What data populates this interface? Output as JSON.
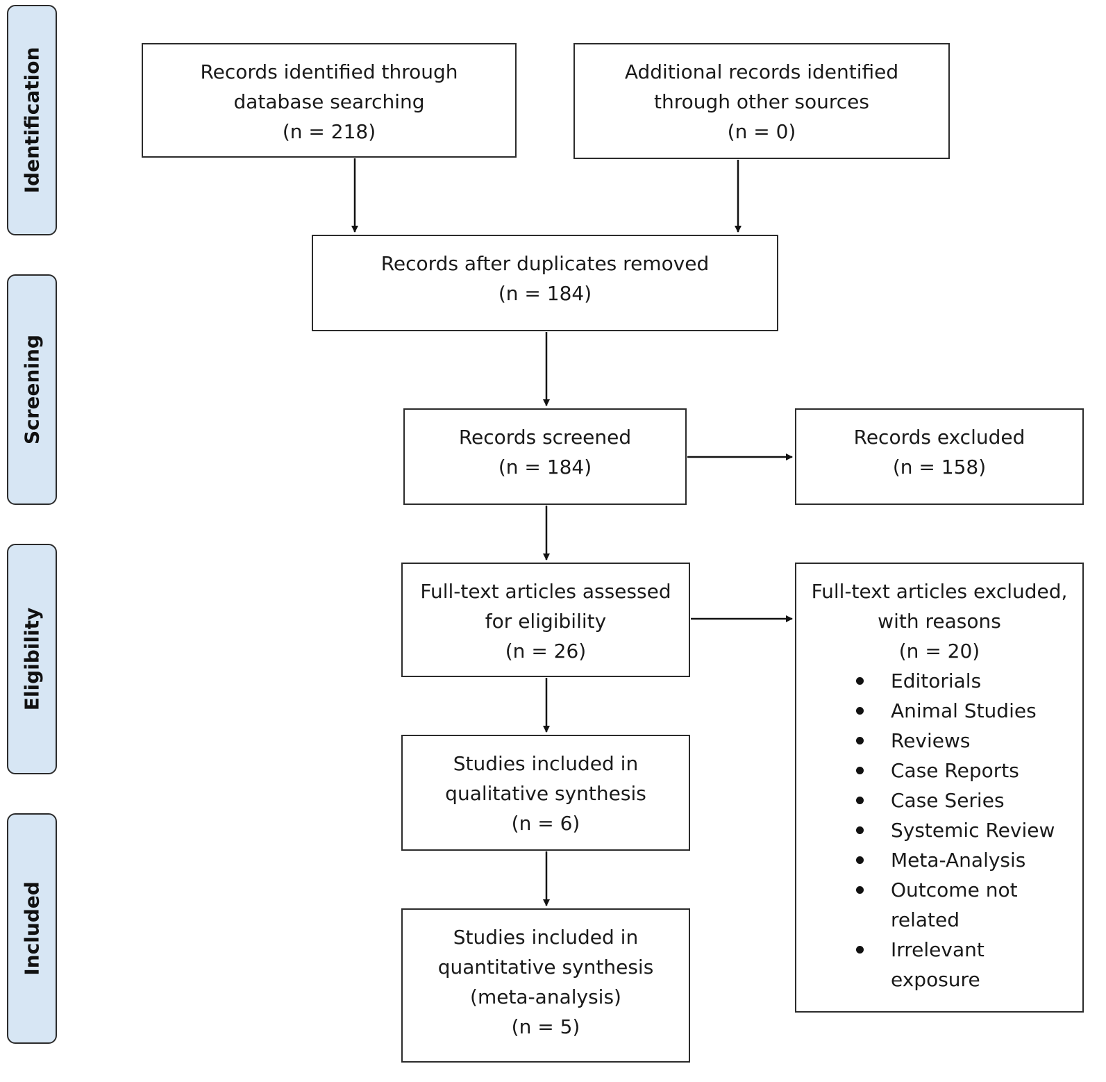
{
  "phases": {
    "identification": "Identification",
    "screening": "Screening",
    "eligibility": "Eligibility",
    "included": "Included"
  },
  "boxes": {
    "database": {
      "line1": "Records identified through",
      "line2": "database searching",
      "count": "(n = 218)"
    },
    "other_sources": {
      "line1": "Additional records identified",
      "line2": "through other sources",
      "count": "(n = 0)"
    },
    "duplicates_removed": {
      "line1": "Records after duplicates removed",
      "count": "(n = 184)"
    },
    "screened": {
      "line1": "Records screened",
      "count": "(n = 184)"
    },
    "excluded": {
      "line1": "Records excluded",
      "count": "(n = 158)"
    },
    "fulltext_assessed": {
      "line1": "Full-text articles assessed",
      "line2": "for eligibility",
      "count": "(n = 26)"
    },
    "fulltext_excluded": {
      "line1": "Full-text articles excluded,",
      "line2": "with reasons",
      "count": "(n = 20)",
      "reasons": [
        [
          "Editorials"
        ],
        [
          "Animal Studies"
        ],
        [
          "Reviews"
        ],
        [
          "Case Reports"
        ],
        [
          "Case Series"
        ],
        [
          "Systemic Review"
        ],
        [
          "Meta-Analysis"
        ],
        [
          "Outcome not",
          "related"
        ],
        [
          "Irrelevant",
          "exposure"
        ]
      ]
    },
    "qualitative": {
      "line1": "Studies included in",
      "line2": "qualitative synthesis",
      "count": "(n = 6)"
    },
    "quantitative": {
      "line1": "Studies included in",
      "line2": "quantitative synthesis",
      "line3": "(meta-analysis)",
      "count": "(n = 5)"
    }
  },
  "colors": {
    "phase_fill": "#d7e6f4",
    "border": "#2b2b2b",
    "arrow": "#111111"
  }
}
